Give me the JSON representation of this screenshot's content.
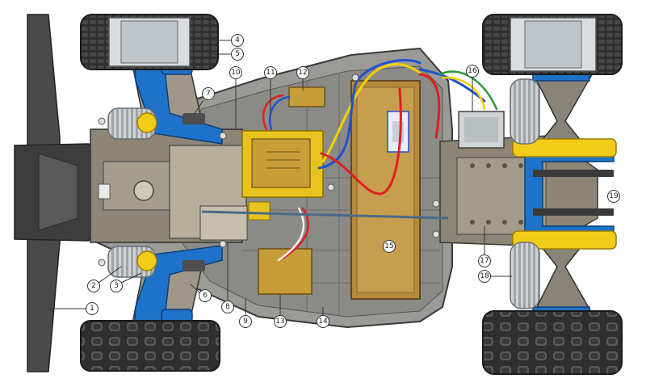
{
  "diagram": {
    "callouts": [
      {
        "id": "c1",
        "label": "1"
      },
      {
        "id": "c2",
        "label": "2"
      },
      {
        "id": "c3",
        "label": "3"
      },
      {
        "id": "c4",
        "label": "4"
      },
      {
        "id": "c5",
        "label": "5"
      },
      {
        "id": "c6",
        "label": "6"
      },
      {
        "id": "c7",
        "label": "7"
      },
      {
        "id": "c8",
        "label": "8"
      },
      {
        "id": "c9",
        "label": "9"
      },
      {
        "id": "c10",
        "label": "10"
      },
      {
        "id": "c11",
        "label": "11"
      },
      {
        "id": "c12",
        "label": "12"
      },
      {
        "id": "c13",
        "label": "13"
      },
      {
        "id": "c14",
        "label": "14"
      },
      {
        "id": "c15",
        "label": "15"
      },
      {
        "id": "c16",
        "label": "16"
      },
      {
        "id": "c17",
        "label": "17"
      },
      {
        "id": "c18",
        "label": "18"
      },
      {
        "id": "c19",
        "label": "19"
      }
    ],
    "colors": {
      "chassis": "#9a9a96",
      "chassis_light": "#c7c7c1",
      "tire": "#2f2f2f",
      "wing": "#4a4a4a",
      "arm_blue": "#1f72c9",
      "shock_yellow": "#f2cc1a",
      "battery_tan": "#b68a3c",
      "esc_tan": "#c79d3a",
      "gearbox": "#8d8575",
      "wire_red": "#e02020",
      "wire_blue": "#2050d0",
      "wire_yellow": "#f4d000",
      "wire_green": "#2a9a3a",
      "spring_grey": "#bfc3c5"
    }
  }
}
